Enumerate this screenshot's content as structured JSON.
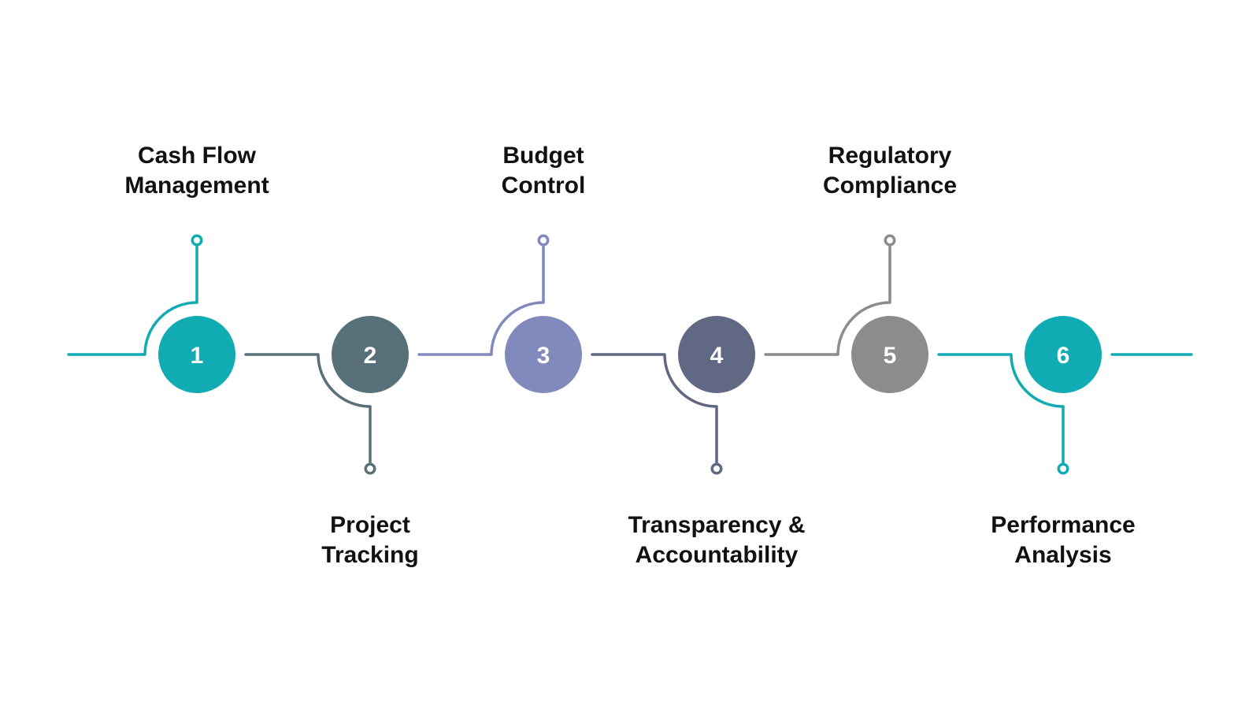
{
  "page": {
    "background": "#FFFFFF",
    "text_color": "#111111",
    "number_color": "#FFFFFF"
  },
  "steps": [
    {
      "number": "1",
      "label": "Cash Flow\nManagement",
      "label_position": "top",
      "color": "#11ACB3"
    },
    {
      "number": "2",
      "label": "Project\nTracking",
      "label_position": "bottom",
      "color": "#577079"
    },
    {
      "number": "3",
      "label": "Budget\nControl",
      "label_position": "top",
      "color": "#8289BD"
    },
    {
      "number": "4",
      "label": "Transparency &\nAccountability",
      "label_position": "bottom",
      "color": "#616883"
    },
    {
      "number": "5",
      "label": "Regulatory\nCompliance",
      "label_position": "top",
      "color": "#8C8C8C"
    },
    {
      "number": "6",
      "label": "Performance\nAnalysis",
      "label_position": "bottom",
      "color": "#11ACB3"
    }
  ]
}
